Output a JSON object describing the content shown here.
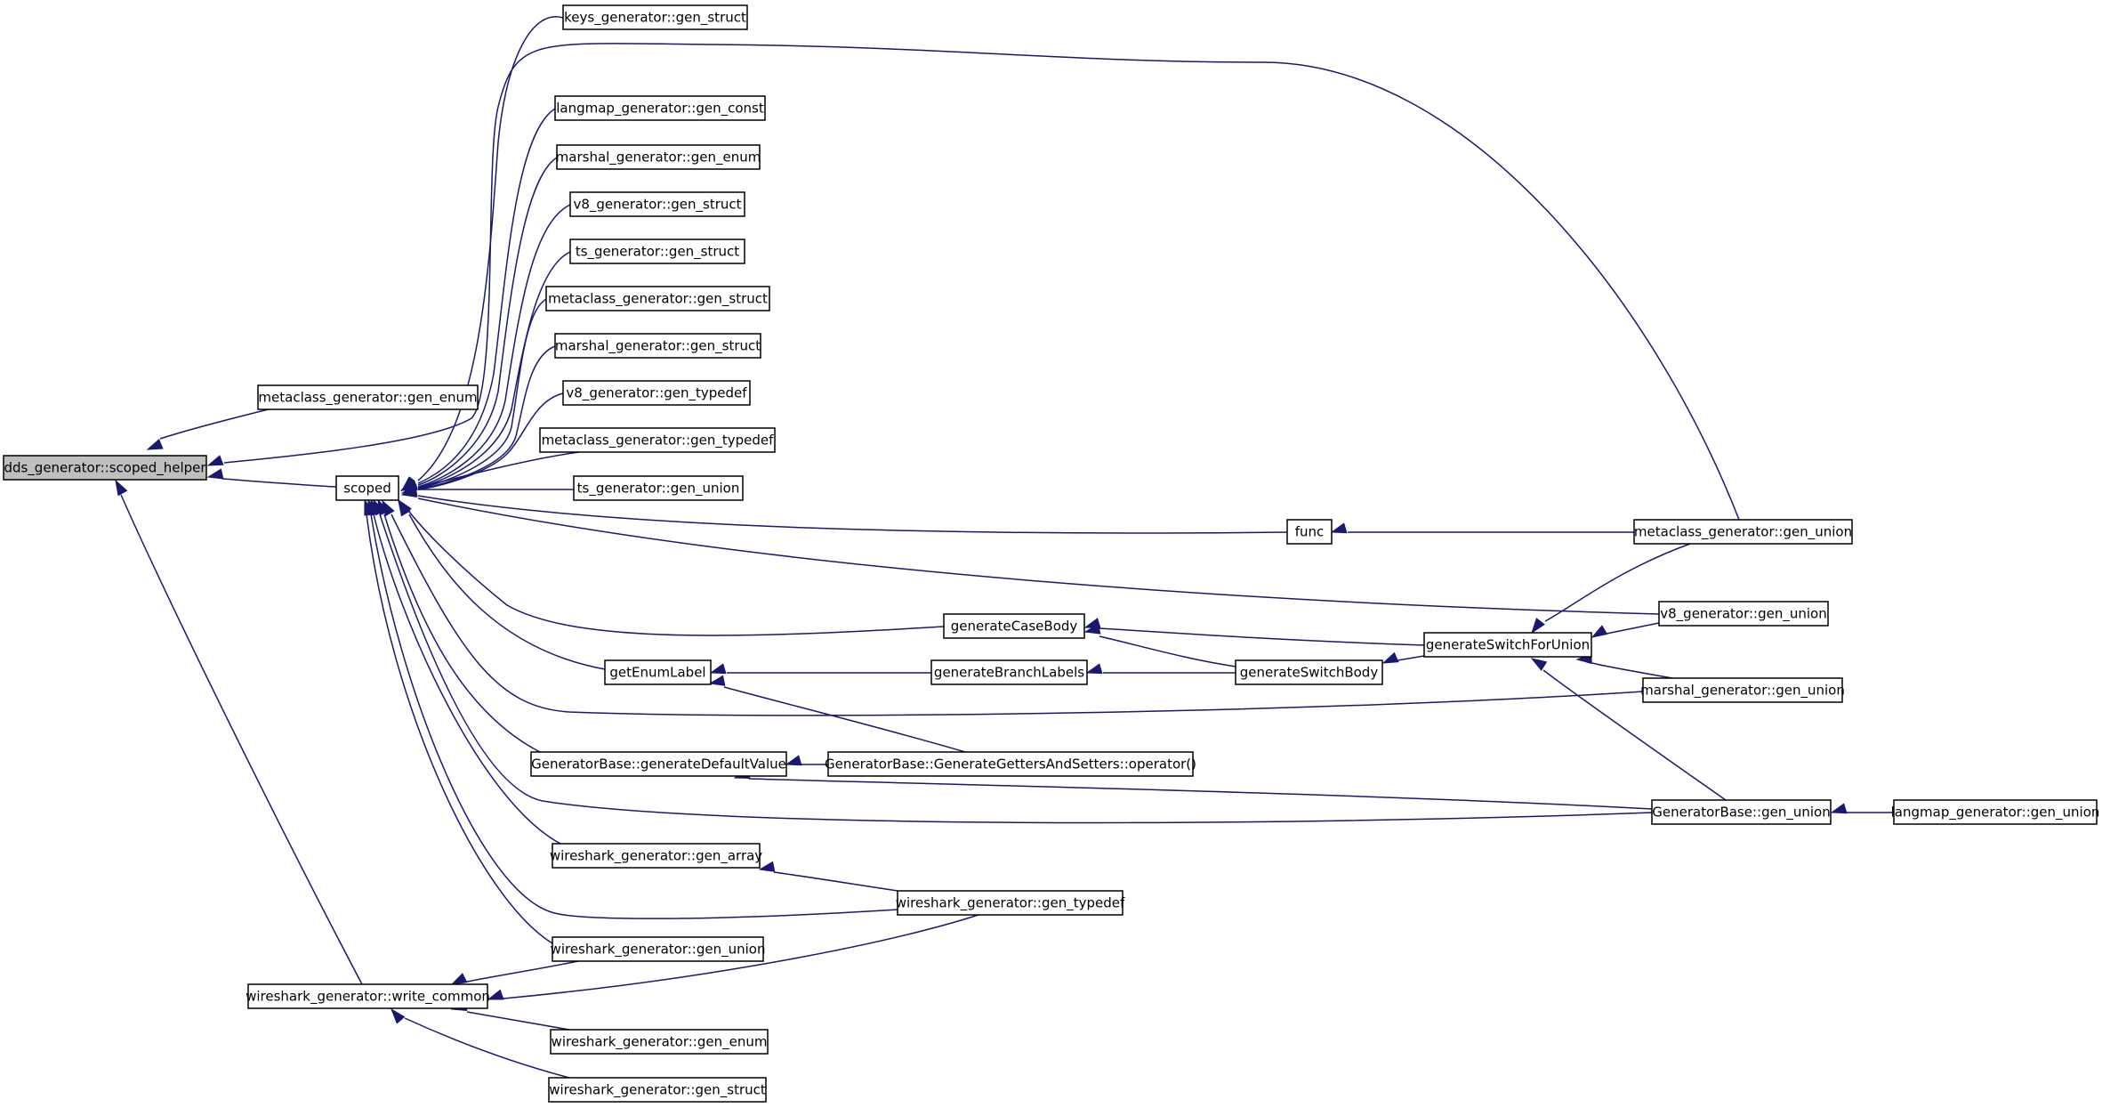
{
  "graph": {
    "edge_color": "#191970",
    "root_fill": "#bfbfbf",
    "nodes": {
      "root": "dds_generator::scoped_helper",
      "meta_enum": "metaclass_generator::gen_enum",
      "scoped": "scoped",
      "ws_common": "wireshark_generator::write_common",
      "keys_struct": "keys_generator::gen_struct",
      "lm_const": "langmap_generator::gen_const",
      "mar_enum": "marshal_generator::gen_enum",
      "v8_struct": "v8_generator::gen_struct",
      "ts_struct": "ts_generator::gen_struct",
      "meta_struct": "metaclass_generator::gen_struct",
      "mar_struct": "marshal_generator::gen_struct",
      "v8_typedef": "v8_generator::gen_typedef",
      "meta_typedef": "metaclass_generator::gen_typedef",
      "ts_union": "ts_generator::gen_union",
      "func": "func",
      "gen_case": "generateCaseBody",
      "get_enum": "getEnumLabel",
      "gb_default": "GeneratorBase::generateDefaultValue",
      "ws_array": "wireshark_generator::gen_array",
      "ws_union": "wireshark_generator::gen_union",
      "ws_enum": "wireshark_generator::gen_enum",
      "ws_struct": "wireshark_generator::gen_struct",
      "gen_branch": "generateBranchLabels",
      "gb_getters": "GeneratorBase::GenerateGettersAndSetters::operator()",
      "ws_typedef": "wireshark_generator::gen_typedef",
      "gen_body": "generateSwitchBody",
      "gen_switch": "generateSwitchForUnion",
      "meta_union": "metaclass_generator::gen_union",
      "v8_union": "v8_generator::gen_union",
      "mar_union": "marshal_generator::gen_union",
      "gb_union": "GeneratorBase::gen_union",
      "lm_union": "langmap_generator::gen_union"
    },
    "edges": [
      [
        "meta_enum",
        "root"
      ],
      [
        "scoped",
        "root"
      ],
      [
        "ws_common",
        "root"
      ],
      [
        "meta_union",
        "root"
      ],
      [
        "keys_struct",
        "scoped"
      ],
      [
        "lm_const",
        "scoped"
      ],
      [
        "mar_enum",
        "scoped"
      ],
      [
        "v8_struct",
        "scoped"
      ],
      [
        "ts_struct",
        "scoped"
      ],
      [
        "meta_struct",
        "scoped"
      ],
      [
        "mar_struct",
        "scoped"
      ],
      [
        "v8_typedef",
        "scoped"
      ],
      [
        "meta_typedef",
        "scoped"
      ],
      [
        "ts_union",
        "scoped"
      ],
      [
        "func",
        "scoped"
      ],
      [
        "v8_union",
        "scoped"
      ],
      [
        "gen_case",
        "scoped"
      ],
      [
        "get_enum",
        "scoped"
      ],
      [
        "mar_union",
        "scoped"
      ],
      [
        "gb_default",
        "scoped"
      ],
      [
        "gb_union",
        "scoped"
      ],
      [
        "ws_array",
        "scoped"
      ],
      [
        "ws_typedef",
        "scoped"
      ],
      [
        "ws_union",
        "scoped"
      ],
      [
        "ws_union",
        "ws_common"
      ],
      [
        "ws_typedef",
        "ws_common"
      ],
      [
        "ws_enum",
        "ws_common"
      ],
      [
        "ws_struct",
        "ws_common"
      ],
      [
        "meta_union",
        "func"
      ],
      [
        "gen_switch",
        "gen_case"
      ],
      [
        "gen_body",
        "gen_case"
      ],
      [
        "gen_branch",
        "get_enum"
      ],
      [
        "gb_getters",
        "get_enum"
      ],
      [
        "gen_body",
        "gen_branch"
      ],
      [
        "gb_getters",
        "gb_default"
      ],
      [
        "gb_union",
        "gb_default"
      ],
      [
        "ws_typedef",
        "ws_array"
      ],
      [
        "gen_switch",
        "gen_body"
      ],
      [
        "meta_union",
        "gen_switch"
      ],
      [
        "v8_union",
        "gen_switch"
      ],
      [
        "mar_union",
        "gen_switch"
      ],
      [
        "gb_union",
        "gen_switch"
      ],
      [
        "lm_union",
        "gb_union"
      ]
    ]
  }
}
